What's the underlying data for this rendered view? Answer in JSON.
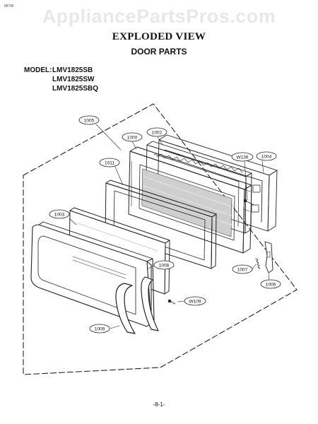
{
  "header": {
    "corner_tag": "MITW",
    "watermark": "AppliancePartsPros.com",
    "title": "EXPLODED VIEW",
    "subtitle": "DOOR PARTS"
  },
  "models": {
    "label": "MODEL:",
    "list": [
      "LMV1825SB",
      "LMV1825SW",
      "LMV1825SBQ"
    ]
  },
  "parts": {
    "p1005": "1005",
    "p1000": "1000",
    "p1002": "1002",
    "pW136": "W136",
    "p1004": "1004",
    "p1011": "1011",
    "p1003": "1003",
    "p1008": "1008",
    "p1007": "1007",
    "p1006": "1006",
    "pW109": "W109",
    "p1009": "1009"
  },
  "footer": {
    "page": "-8-1-"
  }
}
